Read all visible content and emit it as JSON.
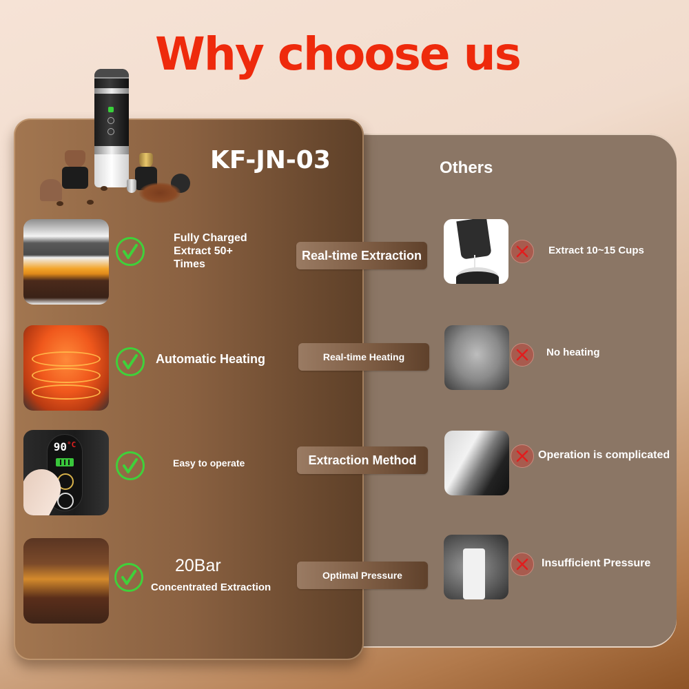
{
  "header": {
    "title": "Why choose us"
  },
  "ours": {
    "product_name": "KF-JN-03",
    "rows": [
      {
        "image": "extraction-cup-photo",
        "status_icon": "check-icon",
        "text_lines": [
          "Fully Charged",
          "Extract 50+",
          "Times"
        ],
        "category": "Real-time Extraction"
      },
      {
        "image": "heating-water-photo",
        "status_icon": "check-icon",
        "text": "Automatic Heating",
        "category": "Real-time Heating"
      },
      {
        "image": "control-panel-photo",
        "status_icon": "check-icon",
        "text": "Easy to operate",
        "category": "Extraction Method",
        "display_temp": "90",
        "display_unit": "°C"
      },
      {
        "image": "espresso-pour-photo",
        "status_icon": "check-icon",
        "headline": "20Bar",
        "text": "Concentrated Extraction",
        "category": "Optimal Pressure"
      }
    ]
  },
  "others": {
    "title": "Others",
    "rows": [
      {
        "image": "manual-press-photo",
        "status_icon": "cross-icon",
        "text": "Extract 10~15 Cups"
      },
      {
        "image": "boiling-water-photo",
        "status_icon": "cross-icon",
        "text": "No heating"
      },
      {
        "image": "thumb-press-photo",
        "status_icon": "cross-icon",
        "text": "Operation is complicated"
      },
      {
        "image": "hand-pump-photo",
        "status_icon": "cross-icon",
        "text": "Insufficient Pressure"
      }
    ]
  },
  "colors": {
    "title_red": "#ee2a0c",
    "ours_panel": "#8a6141",
    "others_panel": "#8b7665",
    "check_green": "#3fd13a",
    "cross_red": "#e21d1d"
  }
}
